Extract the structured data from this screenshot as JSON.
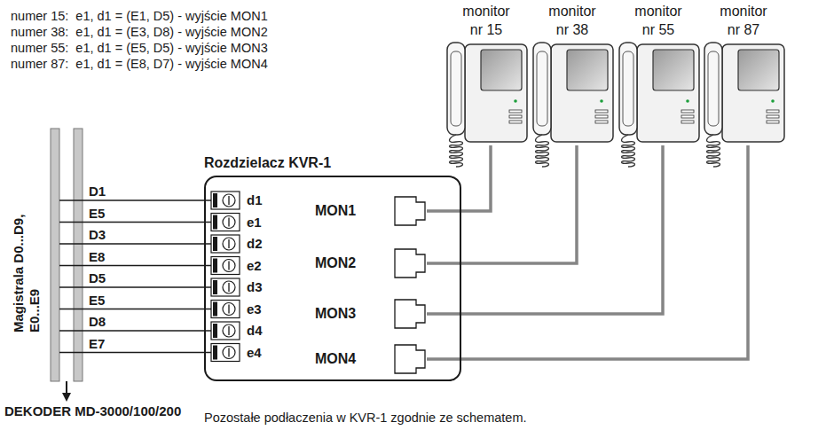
{
  "diagram": {
    "nodes": [
      {
        "text": [
          "monitor nr 15"
        ]
      },
      {
        "text": [
          "monitor nr 38"
        ]
      },
      {
        "text": [
          "monitor nr 55"
        ]
      },
      {
        "text": [
          "monitor nr 87"
        ]
      },
      {
        "text": [
          "Rozdzielacz KVR-1"
        ]
      },
      {
        "text": [
          "MON1"
        ],
        "in": 4
      },
      {
        "text": [
          "MON2"
        ],
        "in": 4
      },
      {
        "text": [
          "MON3"
        ],
        "in": 4
      },
      {
        "text": [
          "MON4"
        ],
        "in": 4
      }
    ],
    "edges": [
      {
        "from": 0,
        "to": 5,
        "arrow": "none"
      },
      {
        "from": 1,
        "to": 6,
        "arrow": "none"
      },
      {
        "from": 2,
        "to": 7,
        "arrow": "none"
      },
      {
        "from": 3,
        "to": 8,
        "arrow": "none"
      }
    ],
    "labels": [
      "numer 15:  e1, d1 = (E1, D5) - wyjście MON1",
      "numer 38:  e1, d1 = (E3, D8) - wyjście MON2",
      "numer 55:  e1, d1 = (E5, D5) - wyjście MON3",
      "numer 87:  e1, d1 = (E8, D7) - wyjście MON4",
      "D1",
      "E5",
      "D3",
      "E8",
      "D5",
      "E5",
      "D8",
      "E7",
      "d1",
      "e1",
      "d2",
      "e2",
      "d3",
      "e3",
      "d4",
      "e4",
      "Magistrala D0...D9, E0...E9",
      "DEKODER MD-3000/100/200",
      "Pozostałe podłaczenia w KVR-1 zgodnie ze schematem."
    ]
  }
}
